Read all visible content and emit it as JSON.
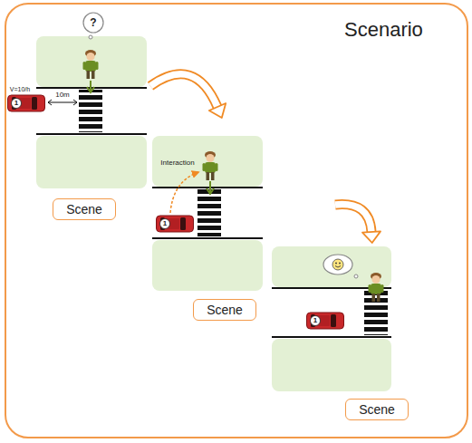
{
  "diagram": {
    "nodes": [
      {
        "text": [
          "Scenario"
        ]
      },
      {
        "text": [
          "Scene"
        ],
        "in": 0
      },
      {
        "text": [
          "Scene"
        ],
        "in": 0
      },
      {
        "text": [
          "Scene"
        ],
        "in": 0
      }
    ],
    "labels": [
      "?",
      "V=10/h",
      "1",
      "10m",
      "Interaction",
      "1",
      "1"
    ]
  }
}
